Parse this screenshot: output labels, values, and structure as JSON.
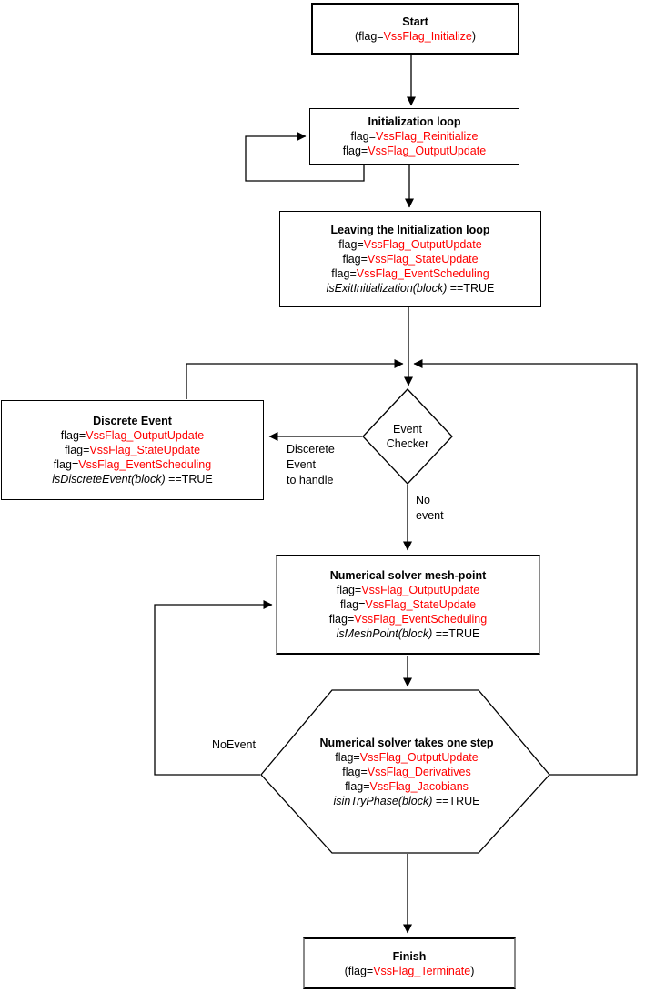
{
  "colors": {
    "flag_value": "#ff0000",
    "text": "#000000",
    "connector": "#000000"
  },
  "nodes": {
    "start": {
      "title": "Start",
      "pre": "(flag=",
      "flag_value": "VssFlag_Initialize",
      "post": ")"
    },
    "init_loop": {
      "title": "Initialization loop",
      "flags": [
        {
          "label": "flag=",
          "value": "VssFlag_Reinitialize"
        },
        {
          "label": "flag=",
          "value": "VssFlag_OutputUpdate"
        }
      ]
    },
    "leaving_init": {
      "title": "Leaving the Initialization loop",
      "flags": [
        {
          "label": "flag=",
          "value": "VssFlag_OutputUpdate"
        },
        {
          "label": "flag=",
          "value": "VssFlag_StateUpdate"
        },
        {
          "label": "flag=",
          "value": "VssFlag_EventScheduling"
        }
      ],
      "condition": {
        "fn": "isExitInitialization(block)",
        "rest": " ==TRUE"
      }
    },
    "discrete_event": {
      "title": "Discrete Event",
      "flags": [
        {
          "label": "flag=",
          "value": "VssFlag_OutputUpdate"
        },
        {
          "label": "flag=",
          "value": "VssFlag_StateUpdate"
        },
        {
          "label": "flag=",
          "value": "VssFlag_EventScheduling"
        }
      ],
      "condition": {
        "fn": "isDiscreteEvent(block)",
        "rest": " ==TRUE"
      }
    },
    "event_checker": {
      "line1": "Event",
      "line2": "Checker"
    },
    "mesh_point": {
      "title": "Numerical solver mesh-point",
      "flags": [
        {
          "label": "flag=",
          "value": "VssFlag_OutputUpdate"
        },
        {
          "label": "flag=",
          "value": "VssFlag_StateUpdate"
        },
        {
          "label": "flag=",
          "value": "VssFlag_EventScheduling"
        }
      ],
      "condition": {
        "fn": "isMeshPoint(block)",
        "rest": " ==TRUE"
      }
    },
    "solver_step": {
      "title": "Numerical solver takes one step",
      "flags": [
        {
          "label": "flag=",
          "value": "VssFlag_OutputUpdate"
        },
        {
          "label": "flag=",
          "value": "VssFlag_Derivatives"
        },
        {
          "label": "flag=",
          "value": "VssFlag_Jacobians"
        }
      ],
      "condition": {
        "fn": "isinTryPhase(block)",
        "rest": " ==TRUE"
      }
    },
    "finish": {
      "title": "Finish",
      "pre": "(flag=",
      "flag_value": "VssFlag_Terminate",
      "post": ")"
    }
  },
  "edge_labels": {
    "discrete_to_handle": {
      "line1": "Discerete",
      "line2": "Event",
      "line3": "to handle"
    },
    "no_event": {
      "line1": "No",
      "line2": "event"
    },
    "no_event_loop": "NoEvent"
  }
}
